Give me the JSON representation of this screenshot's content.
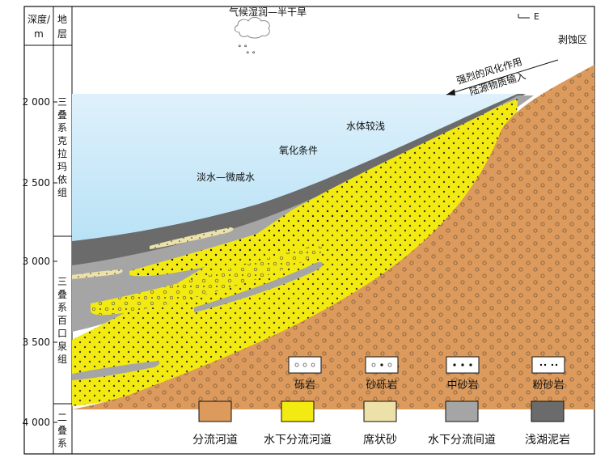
{
  "depth_column": {
    "header_line1": "深度/",
    "header_line2": "m",
    "ticks": [
      "2 000",
      "2 500",
      "3 000",
      "3 500",
      "4 000"
    ]
  },
  "strata_column": {
    "header_line1": "地",
    "header_line2": "层",
    "units": [
      {
        "chars": [
          "三",
          "叠",
          "系",
          "克",
          "拉",
          "玛",
          "依",
          "组"
        ]
      },
      {
        "chars": [
          "三",
          "叠",
          "系",
          "百",
          "口",
          "泉",
          "组"
        ]
      },
      {
        "chars": [
          "二",
          "叠",
          "系"
        ]
      }
    ]
  },
  "annotations": {
    "climate": "气候湿润—半干旱",
    "direction": "E",
    "erosion_zone": "剥蚀区",
    "weathering_line1": "强烈的风化作用",
    "weathering_line2": "陆源物质输入",
    "shallow_water": "水体较浅",
    "oxidizing": "氧化条件",
    "water_type": "淡水—微咸水"
  },
  "legend": {
    "lithology": [
      {
        "label": "砾岩",
        "pattern": "gravel"
      },
      {
        "label": "砂砾岩",
        "pattern": "pebbly-sandstone"
      },
      {
        "label": "中砂岩",
        "pattern": "medium-sandstone"
      },
      {
        "label": "粉砂岩",
        "pattern": "siltstone"
      }
    ],
    "facies": [
      {
        "label": "分流河道",
        "color": "#dc9a5c"
      },
      {
        "label": "水下分流河道",
        "color": "#f3ea12"
      },
      {
        "label": "席状砂",
        "color": "#ece1a9"
      },
      {
        "label": "水下分流间道",
        "color": "#a5a5a5"
      },
      {
        "label": "浅湖泥岩",
        "color": "#6b6b6b"
      }
    ]
  },
  "colors": {
    "water": "#c8e8f8",
    "channel": "#dc9a5c",
    "underwater_channel": "#f3ea12",
    "sheet_sand": "#ece1a9",
    "interchannel": "#a5a5a5",
    "lake_mud": "#6b6b6b"
  }
}
